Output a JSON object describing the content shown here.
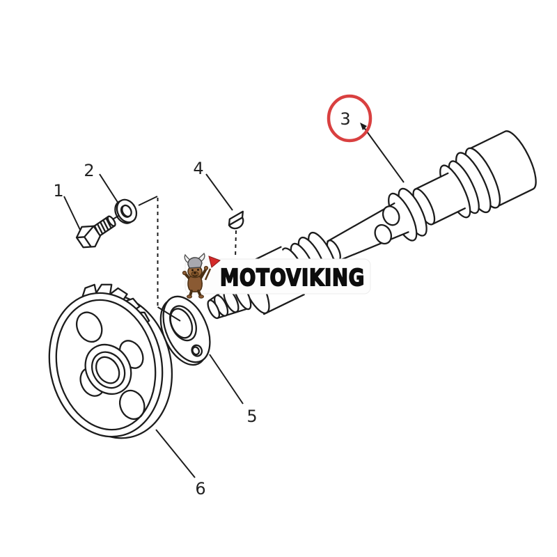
{
  "watermark": {
    "brand": "MOTOVIKING",
    "mascot": "viking-dog-mascot"
  },
  "diagram": {
    "callouts": [
      {
        "label": "1"
      },
      {
        "label": "2"
      },
      {
        "label": "3",
        "highlighted": true
      },
      {
        "label": "4"
      },
      {
        "label": "5"
      },
      {
        "label": "6"
      }
    ]
  },
  "colors": {
    "ink": "#1c1c1c",
    "highlight": "#d94040",
    "flag_red": "#d42a2a",
    "band_bg": "#fdfdfd"
  }
}
